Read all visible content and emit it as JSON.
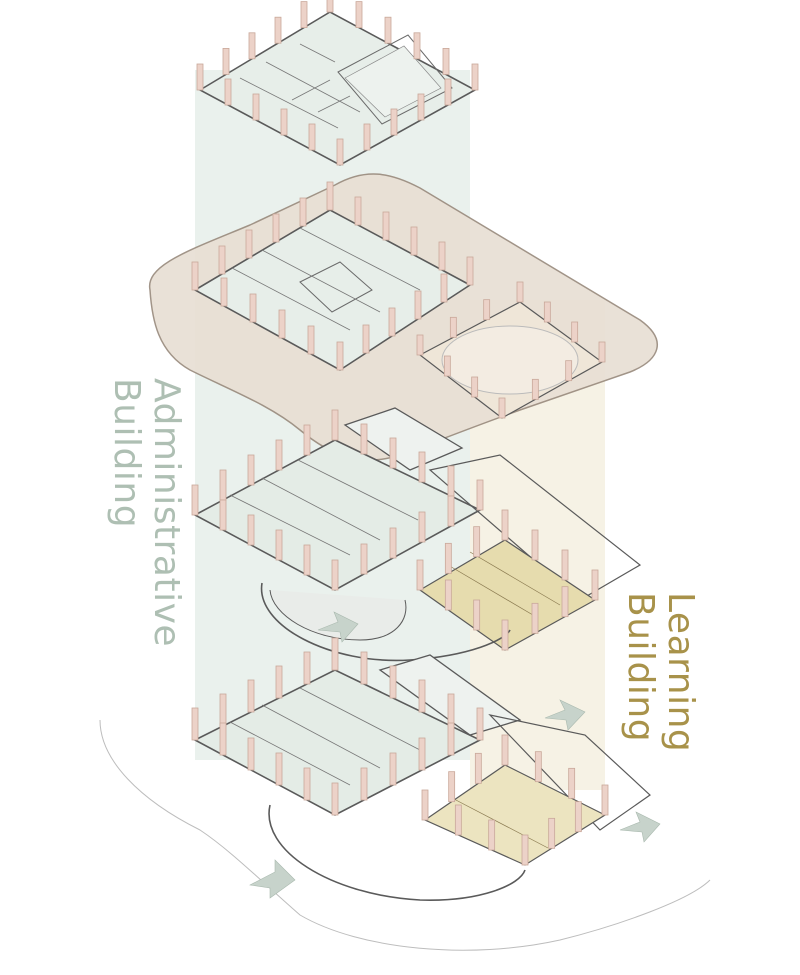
{
  "labels": {
    "administrative": {
      "line1": "Administrative",
      "line2": "Building"
    },
    "learning": {
      "line1": "Learning",
      "line2": "Building"
    }
  },
  "colors": {
    "administrative_text": "#aebfb3",
    "learning_text": "#a8924a",
    "admin_volume": "#e3ece7",
    "learning_volume": "#efe7d0",
    "roof_slab": "#e8dfd4",
    "column": "#ecd2c8",
    "column_edge": "#c9a89a",
    "linework": "#5a5a5a",
    "learning_floor": "#e6dcae",
    "arrow": "#c7d3cb"
  },
  "icons": [
    "entrance-arrow-icon",
    "column-icon"
  ]
}
